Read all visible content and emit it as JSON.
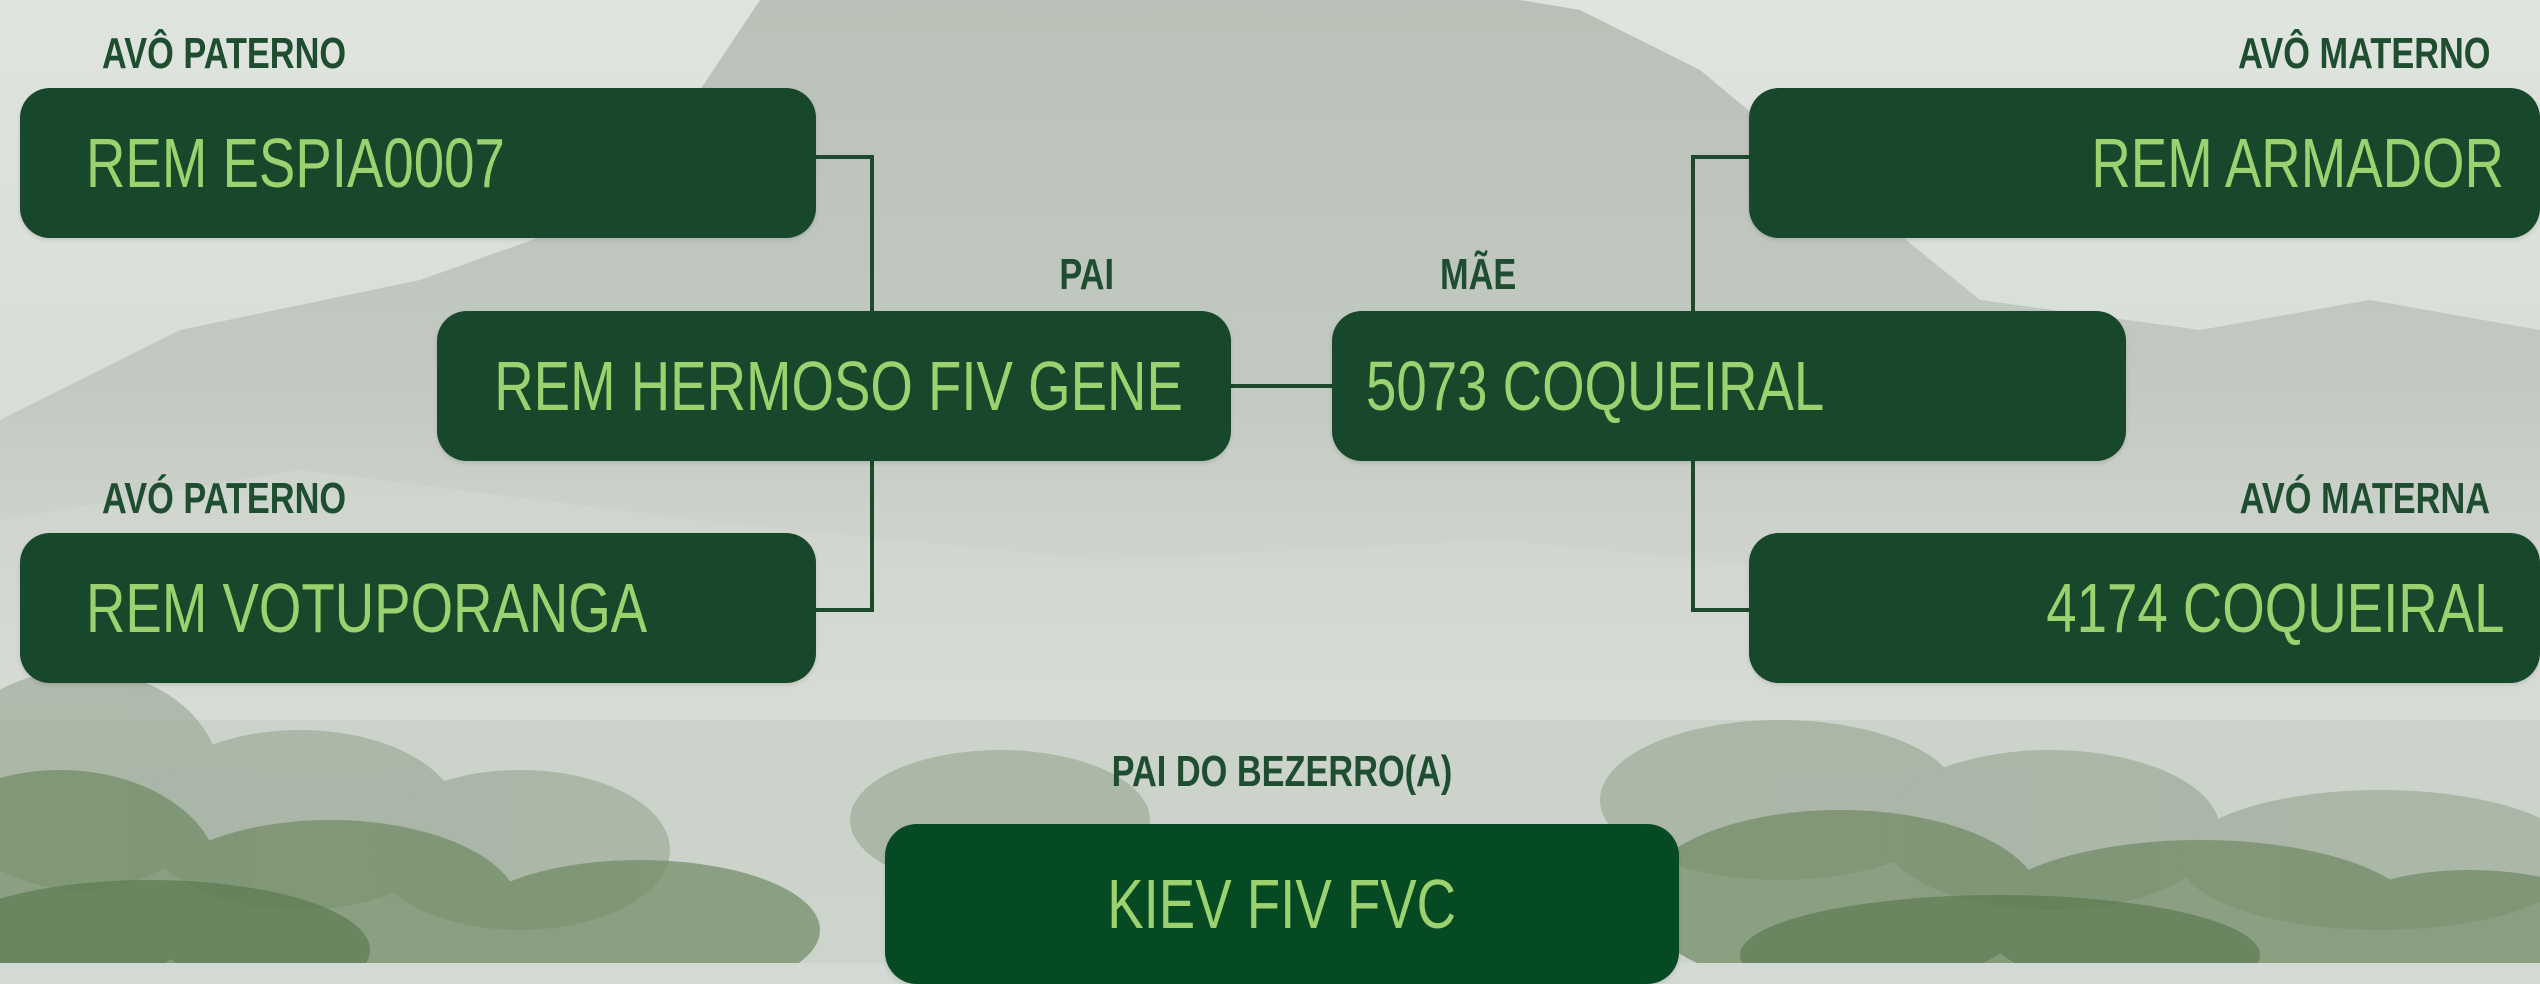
{
  "pedigree": {
    "paternal_grandfather": {
      "label": "AVÔ PATERNO",
      "name": "REM ESPIA0007"
    },
    "paternal_grandmother": {
      "label": "AVÓ PATERNO",
      "name": "REM VOTUPORANGA"
    },
    "father": {
      "label": "PAI",
      "name": "REM HERMOSO FIV GENE"
    },
    "mother": {
      "label": "MÃE",
      "name": "5073 COQUEIRAL"
    },
    "maternal_grandfather": {
      "label": "AVÔ MATERNO",
      "name": "REM ARMADOR"
    },
    "maternal_grandmother": {
      "label": "AVÓ MATERNA",
      "name": "4174 COQUEIRAL"
    },
    "calf_sire": {
      "label": "PAI DO BEZERRO(A)",
      "name": "KIEV FIV FVC"
    }
  },
  "colors": {
    "box": "#18482b",
    "name_text": "#9bd16e",
    "label_text": "#1f4d30",
    "connector": "#1d4a2c"
  }
}
